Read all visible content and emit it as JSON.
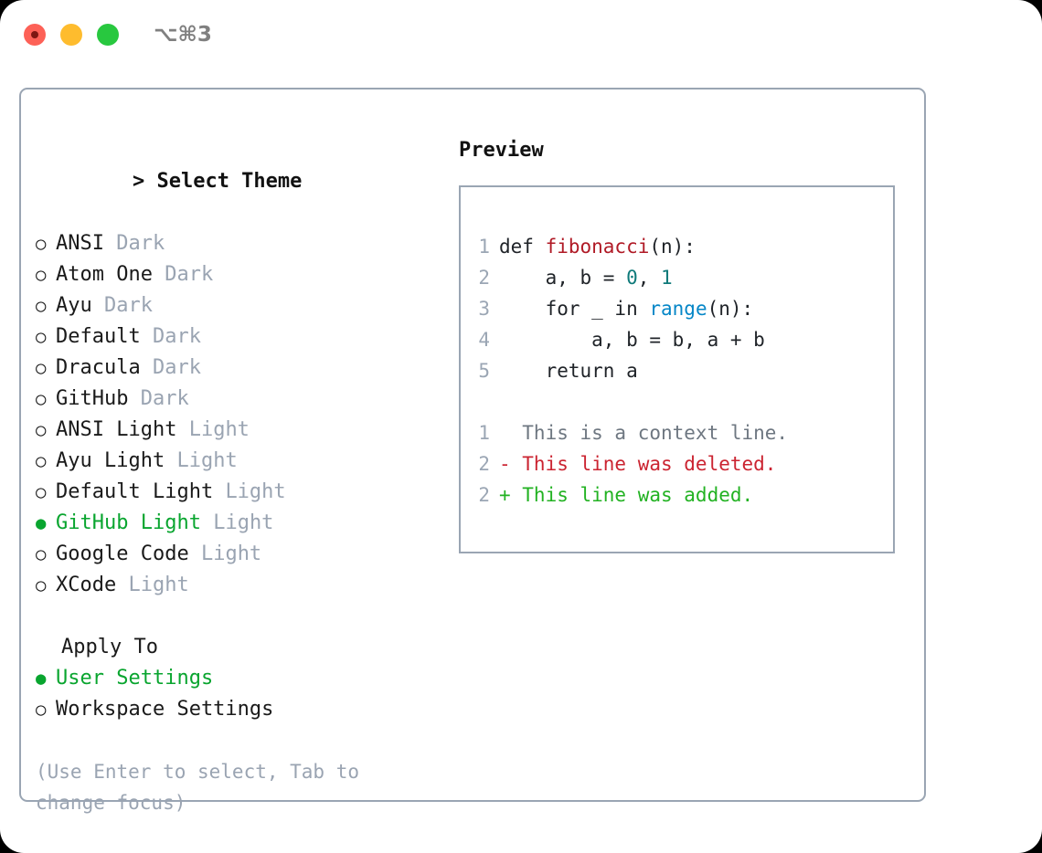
{
  "titlebar": {
    "shortcut": "⌥⌘3",
    "buttons": [
      {
        "name": "close",
        "color": "#fd6157"
      },
      {
        "name": "minimize",
        "color": "#febc2e"
      },
      {
        "name": "maximize",
        "color": "#28c83f"
      }
    ]
  },
  "theme_picker": {
    "caret": ">",
    "title": "Select Theme",
    "selected_theme": "GitHub Light",
    "accent_color": "#09a52f",
    "badge_color": "#9aa4b2",
    "options": [
      {
        "bullet": "○",
        "label": "ANSI",
        "badge": "Dark",
        "selected": false
      },
      {
        "bullet": "○",
        "label": "Atom One",
        "badge": "Dark",
        "selected": false
      },
      {
        "bullet": "○",
        "label": "Ayu",
        "badge": "Dark",
        "selected": false
      },
      {
        "bullet": "○",
        "label": "Default",
        "badge": "Dark",
        "selected": false
      },
      {
        "bullet": "○",
        "label": "Dracula",
        "badge": "Dark",
        "selected": false
      },
      {
        "bullet": "○",
        "label": "GitHub",
        "badge": "Dark",
        "selected": false
      },
      {
        "bullet": "○",
        "label": "ANSI Light",
        "badge": "Light",
        "selected": false
      },
      {
        "bullet": "○",
        "label": "Ayu Light",
        "badge": "Light",
        "selected": false
      },
      {
        "bullet": "○",
        "label": "Default Light",
        "badge": "Light",
        "selected": false
      },
      {
        "bullet": "●",
        "label": "GitHub Light",
        "badge": "Light",
        "selected": true
      },
      {
        "bullet": "○",
        "label": "Google Code",
        "badge": "Light",
        "selected": false
      },
      {
        "bullet": "○",
        "label": "XCode",
        "badge": "Light",
        "selected": false
      }
    ]
  },
  "apply_to": {
    "title": "Apply To",
    "selected": "User Settings",
    "options": [
      {
        "bullet": "●",
        "label": "User Settings",
        "selected": true
      },
      {
        "bullet": "○",
        "label": "Workspace Settings",
        "selected": false
      }
    ]
  },
  "hint": "(Use Enter to select, Tab to change focus)",
  "preview": {
    "title": "Preview",
    "code_lines": [
      {
        "number": "1",
        "tokens": [
          {
            "text": "def ",
            "style": "plain"
          },
          {
            "text": "fibonacci",
            "style": "fn"
          },
          {
            "text": "(n):",
            "style": "plain"
          }
        ]
      },
      {
        "number": "2",
        "tokens": [
          {
            "text": "    a, b = ",
            "style": "plain"
          },
          {
            "text": "0",
            "style": "num"
          },
          {
            "text": ", ",
            "style": "plain"
          },
          {
            "text": "1",
            "style": "num"
          }
        ]
      },
      {
        "number": "3",
        "tokens": [
          {
            "text": "    for _ in ",
            "style": "plain"
          },
          {
            "text": "range",
            "style": "call"
          },
          {
            "text": "(n):",
            "style": "plain"
          }
        ]
      },
      {
        "number": "4",
        "tokens": [
          {
            "text": "        a, b = b, a + b",
            "style": "plain"
          }
        ]
      },
      {
        "number": "5",
        "tokens": [
          {
            "text": "    return a",
            "style": "plain"
          }
        ]
      }
    ],
    "diff_lines": [
      {
        "number": "1",
        "marker": " ",
        "text": "  This is a context line.",
        "style": "ctx"
      },
      {
        "number": "2",
        "marker": "-",
        "text": "- This line was deleted.",
        "style": "del"
      },
      {
        "number": "2",
        "marker": "+",
        "text": "+ This line was added.",
        "style": "add"
      }
    ]
  }
}
